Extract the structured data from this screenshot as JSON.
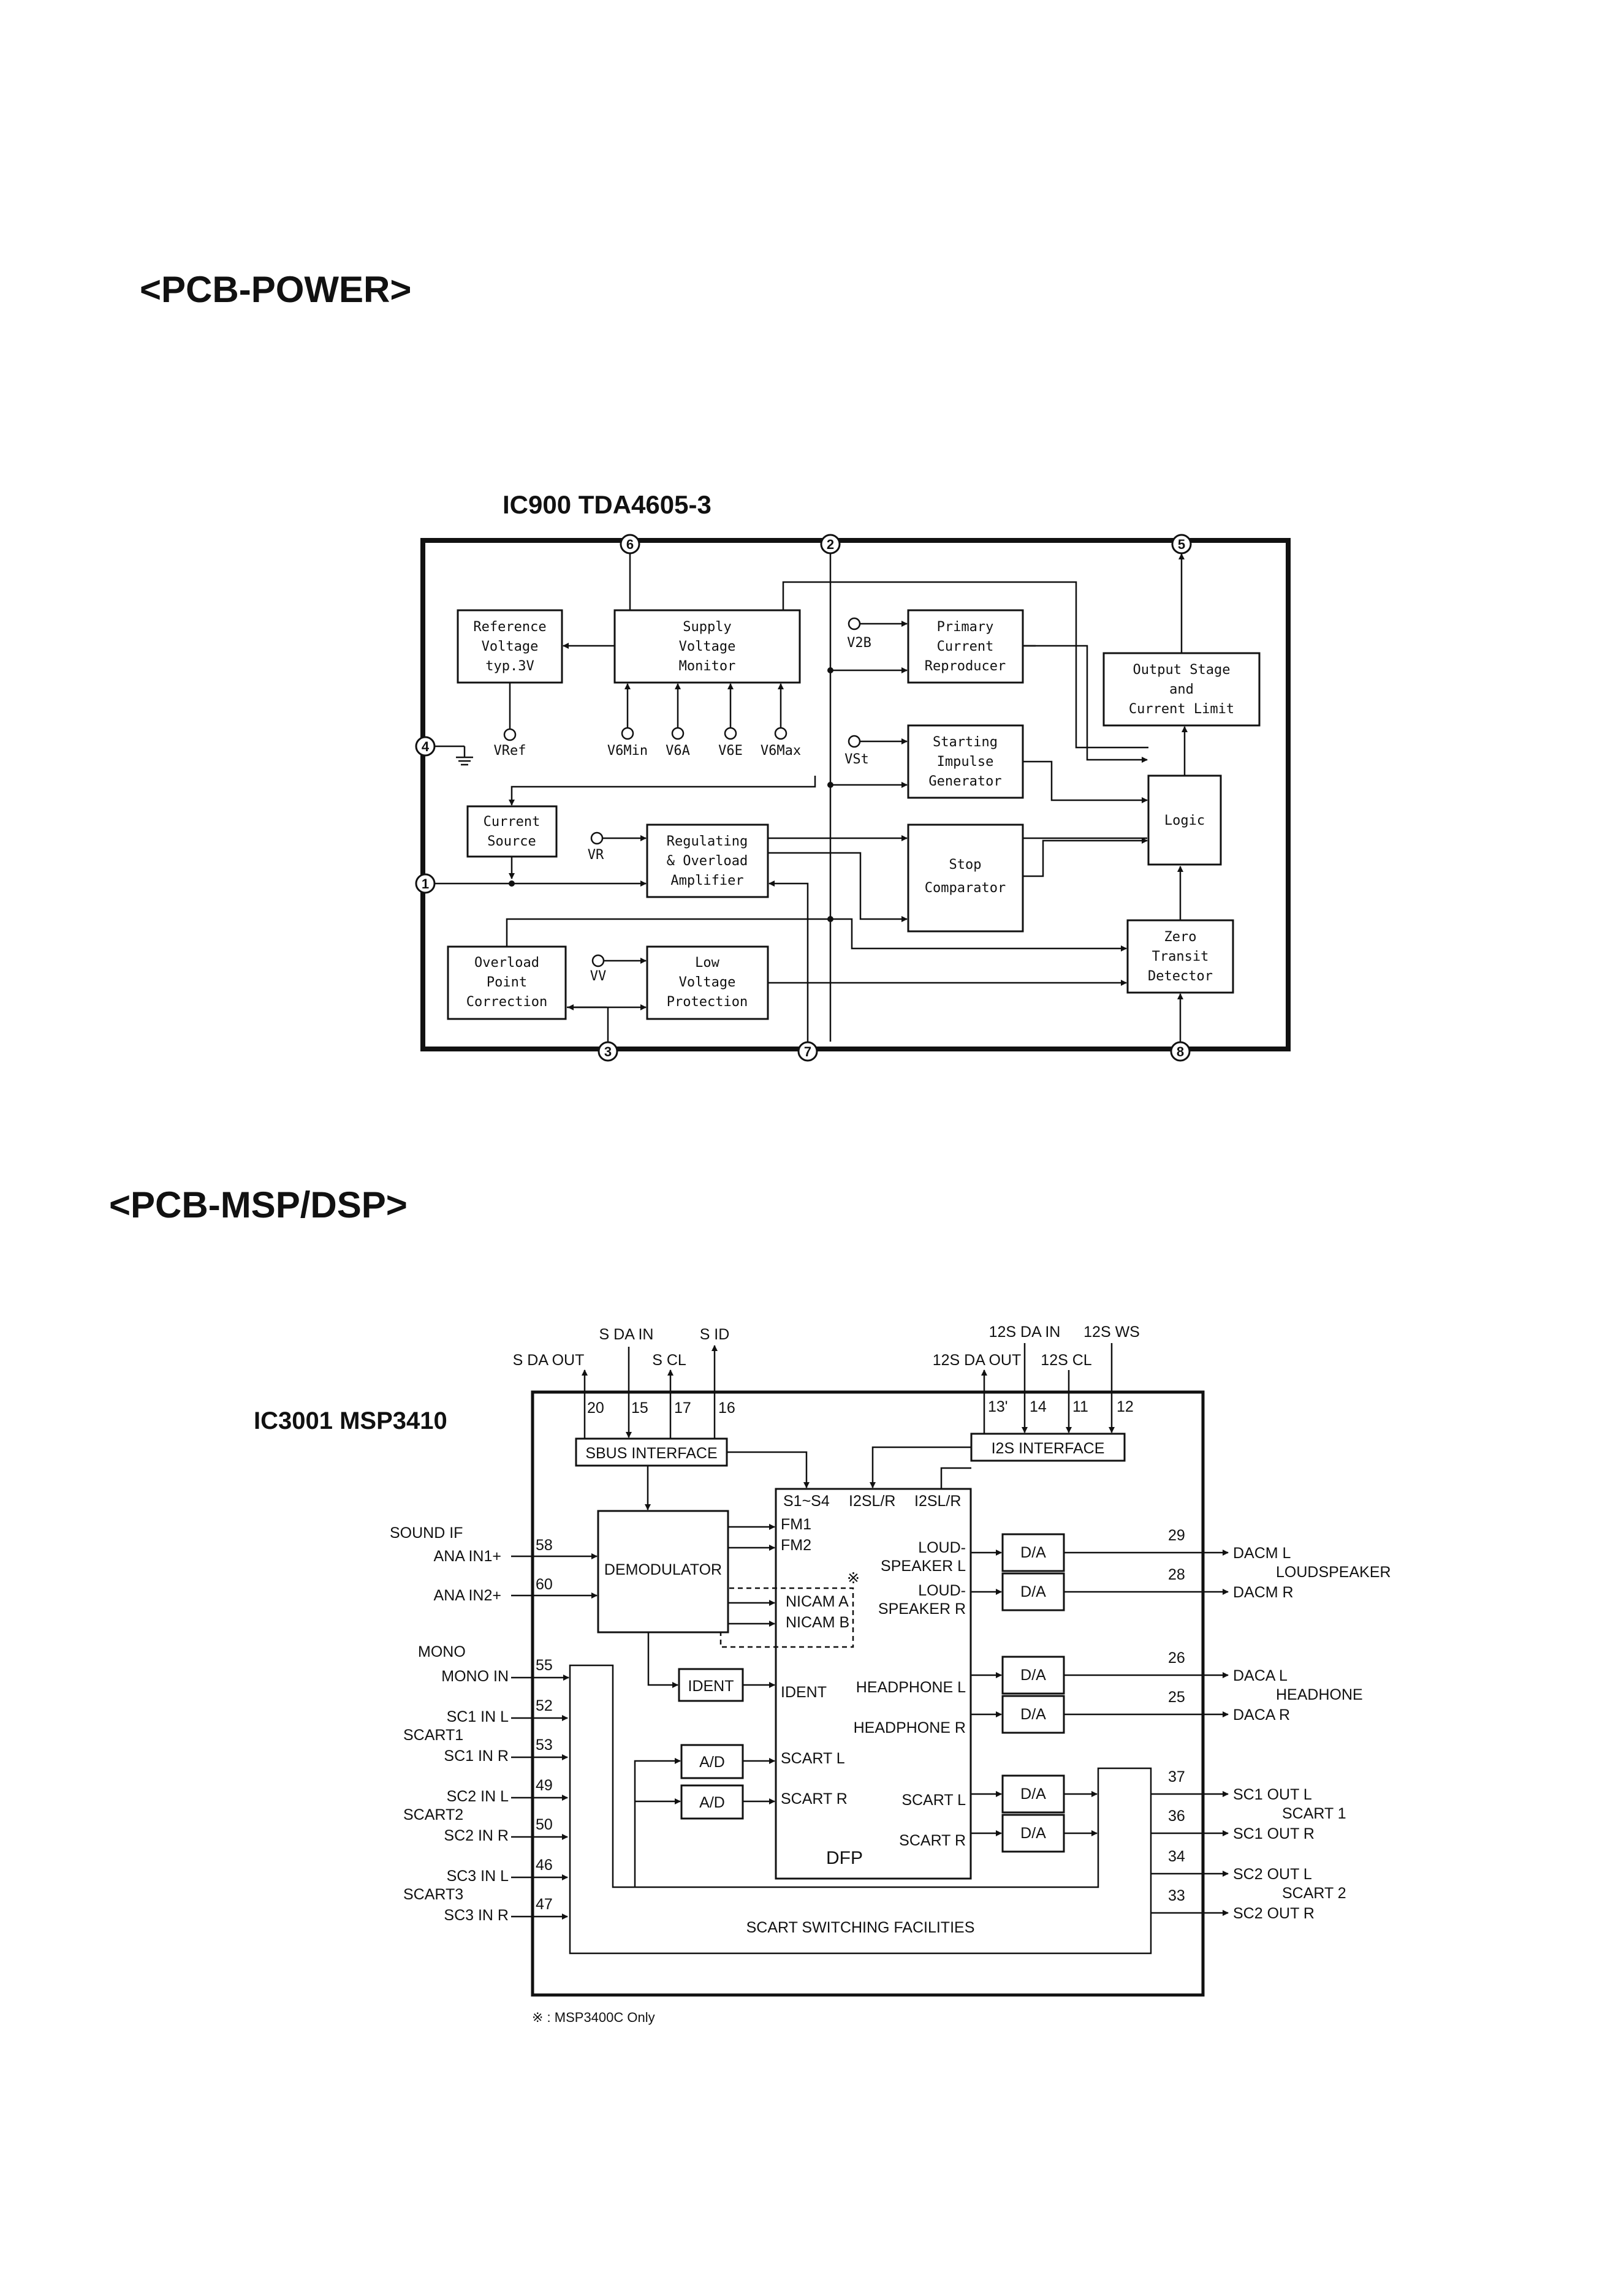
{
  "section1": {
    "heading": "<PCB-POWER>",
    "ic_label": "IC900  TDA4605-3",
    "blocks": {
      "reference": [
        "Reference",
        "Voltage",
        "typ.3V"
      ],
      "supply": [
        "Supply",
        "Voltage",
        "Monitor"
      ],
      "primary": [
        "Primary",
        "Current",
        "Reproducer"
      ],
      "output": [
        "Output Stage",
        "and",
        "Current Limit"
      ],
      "starting": [
        "Starting",
        "Impulse",
        "Generator"
      ],
      "logic": [
        "Logic"
      ],
      "current_source": [
        "Current",
        "Source"
      ],
      "regulating": [
        "Regulating",
        "& Overload",
        "Amplifier"
      ],
      "stop": [
        "Stop",
        "Comparator"
      ],
      "zero": [
        "Zero",
        "Transit",
        "Detector"
      ],
      "overload": [
        "Overload",
        "Point",
        "Correction"
      ],
      "low_voltage": [
        "Low",
        "Voltage",
        "Protection"
      ]
    },
    "signals": {
      "vref": "VRef",
      "v6min": "V6Min",
      "v6a": "V6A",
      "v6e": "V6E",
      "v6max": "V6Max",
      "v2b": "V2B",
      "vst": "VSt",
      "vr": "VR",
      "vv": "VV"
    },
    "pins": [
      "1",
      "2",
      "3",
      "4",
      "5",
      "6",
      "7",
      "8"
    ]
  },
  "section2": {
    "heading": "<PCB-MSP/DSP>",
    "ic_label": "IC3001  MSP3410",
    "top_signals": {
      "sda_out": "S DA OUT",
      "sda_in": "S DA IN",
      "scl": "S CL",
      "sid": "S ID",
      "i2s_da_out": "12S DA OUT",
      "i2s_da_in": "12S DA IN",
      "i2s_cl": "12S CL",
      "i2s_ws": "12S WS"
    },
    "top_pins": {
      "p20": "20",
      "p15": "15",
      "p17": "17",
      "p16": "16",
      "p13": "13'",
      "p14": "14",
      "p11": "11",
      "p12": "12"
    },
    "blocks": {
      "sbus": "SBUS INTERFACE",
      "i2s": "I2S INTERFACE",
      "demod": "DEMODULATOR",
      "ident": "IDENT",
      "ad": "A/D",
      "da": "D/A",
      "scart_sw": "SCART SWITCHING FACILITIES",
      "dfp": "DFP"
    },
    "dfp_labels": {
      "s1s4": "S1~S4",
      "i2slr_a": "I2SL/R",
      "i2slr_b": "I2SL/R",
      "fm1": "FM1",
      "fm2": "FM2",
      "nicam_a": "NICAM A",
      "nicam_b": "NICAM B",
      "ident": "IDENT",
      "scart_l": "SCART L",
      "scart_r": "SCART R",
      "loud_l_1": "LOUD-",
      "loud_l_2": "SPEAKER L",
      "loud_r_1": "LOUD-",
      "loud_r_2": "SPEAKER R",
      "hp_l": "HEADPHONE L",
      "hp_r": "HEADPHONE R",
      "scart_out_l": "SCART L",
      "scart_out_r": "SCART R",
      "note_mark": "※"
    },
    "inputs": {
      "sound_if": "SOUND IF",
      "ana_in1": "ANA IN1+",
      "ana_in2": "ANA IN2+",
      "mono": "MONO",
      "mono_in": "MONO IN",
      "sc1_in_l": "SC1 IN L",
      "scart1": "SCART1",
      "sc1_in_r": "SC1 IN R",
      "sc2_in_l": "SC2 IN L",
      "scart2": "SCART2",
      "sc2_in_r": "SC2 IN R",
      "sc3_in_l": "SC3 IN L",
      "scart3": "SCART3",
      "sc3_in_r": "SC3 IN R"
    },
    "input_pins": {
      "p58": "58",
      "p60": "60",
      "p55": "55",
      "p52": "52",
      "p53": "53",
      "p49": "49",
      "p50": "50",
      "p46": "46",
      "p47": "47"
    },
    "outputs": {
      "dacm_l": "DACM L",
      "loudspeaker": "LOUDSPEAKER",
      "dacm_r": "DACM R",
      "daca_l": "DACA L",
      "headphone": "HEADHONE",
      "daca_r": "DACA R",
      "sc1_out_l": "SC1 OUT L",
      "scart1": "SCART 1",
      "sc1_out_r": "SC1 OUT R",
      "sc2_out_l": "SC2 OUT L",
      "scart2": "SCART 2",
      "sc2_out_r": "SC2 OUT R"
    },
    "output_pins": {
      "p29": "29",
      "p28": "28",
      "p26": "26",
      "p25": "25",
      "p37": "37",
      "p36": "36",
      "p34": "34",
      "p33": "33"
    },
    "footnote": "※ : MSP3400C Only"
  }
}
